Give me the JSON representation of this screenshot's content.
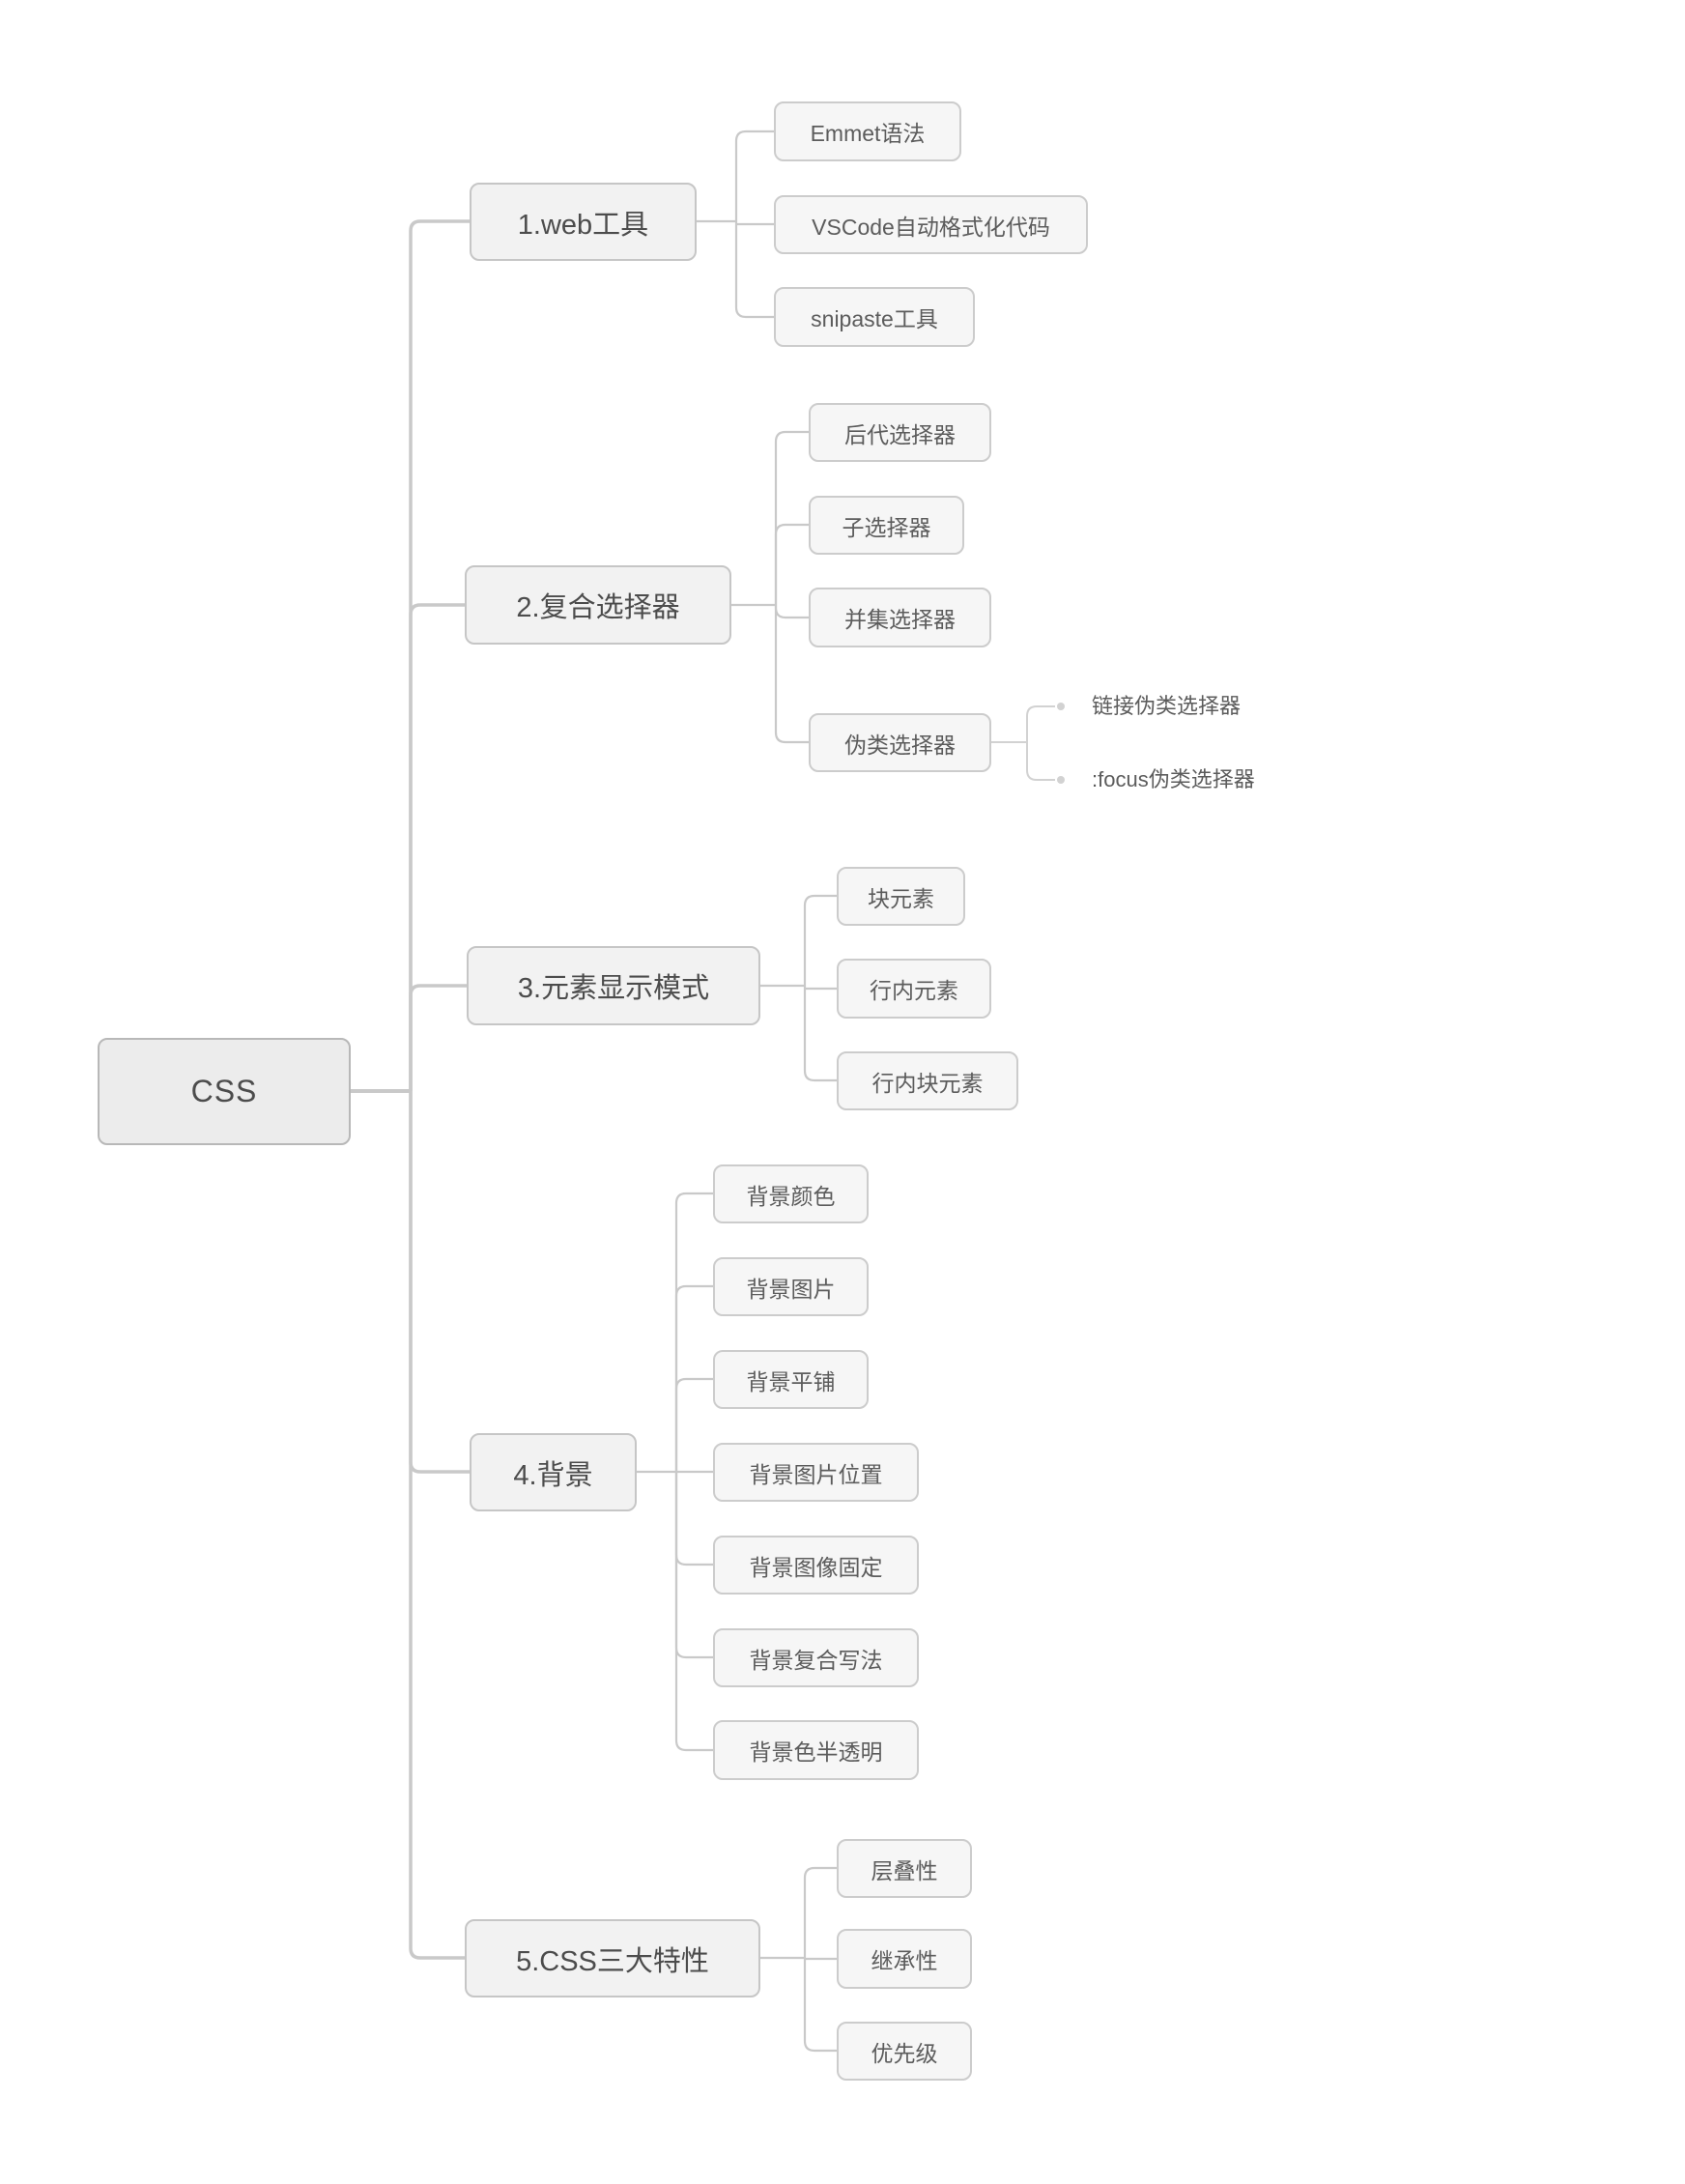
{
  "colors": {
    "canvas": "#ffffff",
    "connector_line": "#c9c9c9",
    "sub_connector_line": "#d2d2d2",
    "node_fill": "#f6f6f6",
    "node_border": "#cccccc",
    "root_fill": "#ececec",
    "root_border": "#b8b8b8",
    "text_strong": "#4c4c4c",
    "text": "#5c5c5c"
  },
  "root": {
    "label": "CSS"
  },
  "branches": [
    {
      "label": "1.web工具",
      "children": [
        {
          "label": "Emmet语法"
        },
        {
          "label": "VSCode自动格式化代码"
        },
        {
          "label": "snipaste工具"
        }
      ]
    },
    {
      "label": "2.复合选择器",
      "children": [
        {
          "label": "后代选择器"
        },
        {
          "label": "子选择器"
        },
        {
          "label": "并集选择器"
        },
        {
          "label": "伪类选择器",
          "children": [
            {
              "label": "链接伪类选择器"
            },
            {
              "label": ":focus伪类选择器"
            }
          ]
        }
      ]
    },
    {
      "label": "3.元素显示模式",
      "children": [
        {
          "label": "块元素"
        },
        {
          "label": "行内元素"
        },
        {
          "label": "行内块元素"
        }
      ]
    },
    {
      "label": "4.背景",
      "children": [
        {
          "label": "背景颜色"
        },
        {
          "label": "背景图片"
        },
        {
          "label": "背景平铺"
        },
        {
          "label": "背景图片位置"
        },
        {
          "label": "背景图像固定"
        },
        {
          "label": "背景复合写法"
        },
        {
          "label": "背景色半透明"
        }
      ]
    },
    {
      "label": "5.CSS三大特性",
      "children": [
        {
          "label": "层叠性"
        },
        {
          "label": "继承性"
        },
        {
          "label": "优先级"
        }
      ]
    }
  ]
}
